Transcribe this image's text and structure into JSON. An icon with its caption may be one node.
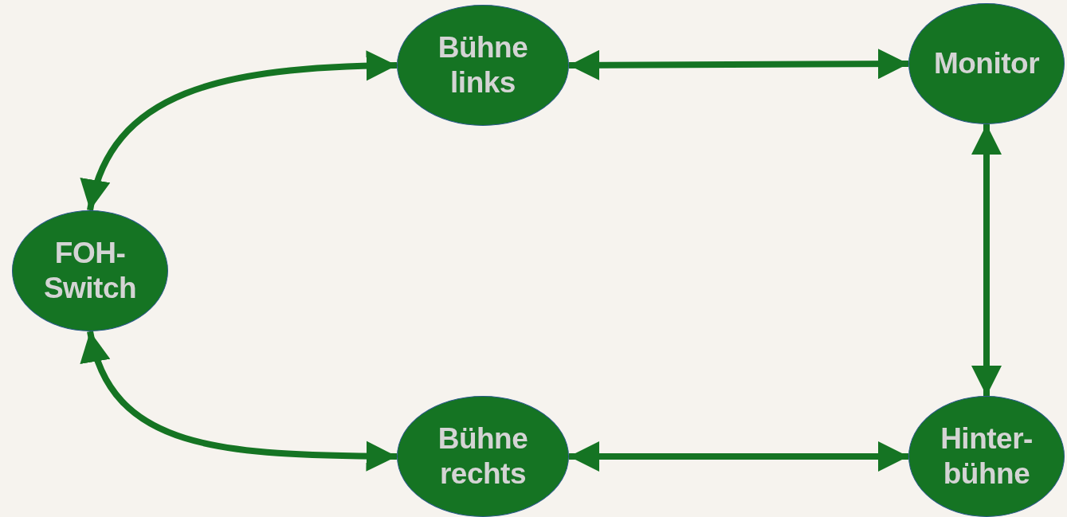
{
  "diagram": {
    "nodes": [
      {
        "text": [
          "Bühne links"
        ]
      },
      {
        "text": [
          "Monitor"
        ]
      },
      {
        "text": [
          "FOH- Switch"
        ]
      },
      {
        "text": [
          "Bühne rechts"
        ]
      },
      {
        "text": [
          "Hinter- bühne"
        ]
      }
    ],
    "edges": [
      {
        "from": 2,
        "to": 0,
        "arrow": "both"
      },
      {
        "from": 0,
        "to": 1,
        "arrow": "both"
      },
      {
        "from": 2,
        "to": 3,
        "arrow": "both"
      },
      {
        "from": 1,
        "to": 4,
        "arrow": "both"
      },
      {
        "from": 3,
        "to": 4,
        "arrow": "both"
      }
    ]
  }
}
